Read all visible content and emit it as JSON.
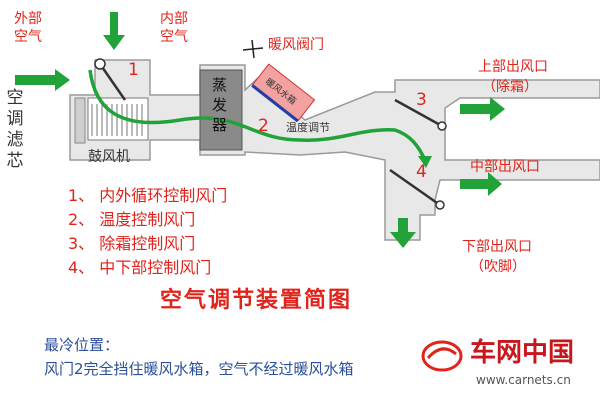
{
  "labels": {
    "outside_air_line1": "外部",
    "outside_air_line2": "空气",
    "inside_air_line1": "内部",
    "inside_air_line2": "空气",
    "air_filter_chars": [
      "空",
      "调",
      "滤",
      "芯"
    ],
    "blower": "鼓风机",
    "evaporator_chars": [
      "蒸",
      "发",
      "器"
    ],
    "heater_valve": "暖风阀门",
    "heater_core_text": "暖风水箱",
    "temp_adjust": "温度调节",
    "upper_outlet": "上部出风口",
    "upper_outlet_sub": "（除霜）",
    "middle_outlet": "中部出风口",
    "lower_outlet": "下部出风口",
    "lower_outlet_sub": "（吹脚）"
  },
  "numbers": {
    "n1": "1",
    "n2": "2",
    "n3": "3",
    "n4": "4"
  },
  "legend": [
    "1、 内外循环控制风门",
    "2、 温度控制风门",
    "3、 除霜控制风门",
    "4、 中下部控制风门"
  ],
  "title": "空气调节装置简图",
  "note": {
    "heading": "最冷位置：",
    "body": "风门2完全挡住暖风水箱，空气不经过暖风水箱"
  },
  "watermark": {
    "brand": "车网中国",
    "url": "www.carnets.cn"
  },
  "colors": {
    "accent_red": "#e0241b",
    "airflow_green": "#22a33a",
    "text_blue": "#2b4f9a",
    "duct_gray": "#d3d3d3"
  }
}
